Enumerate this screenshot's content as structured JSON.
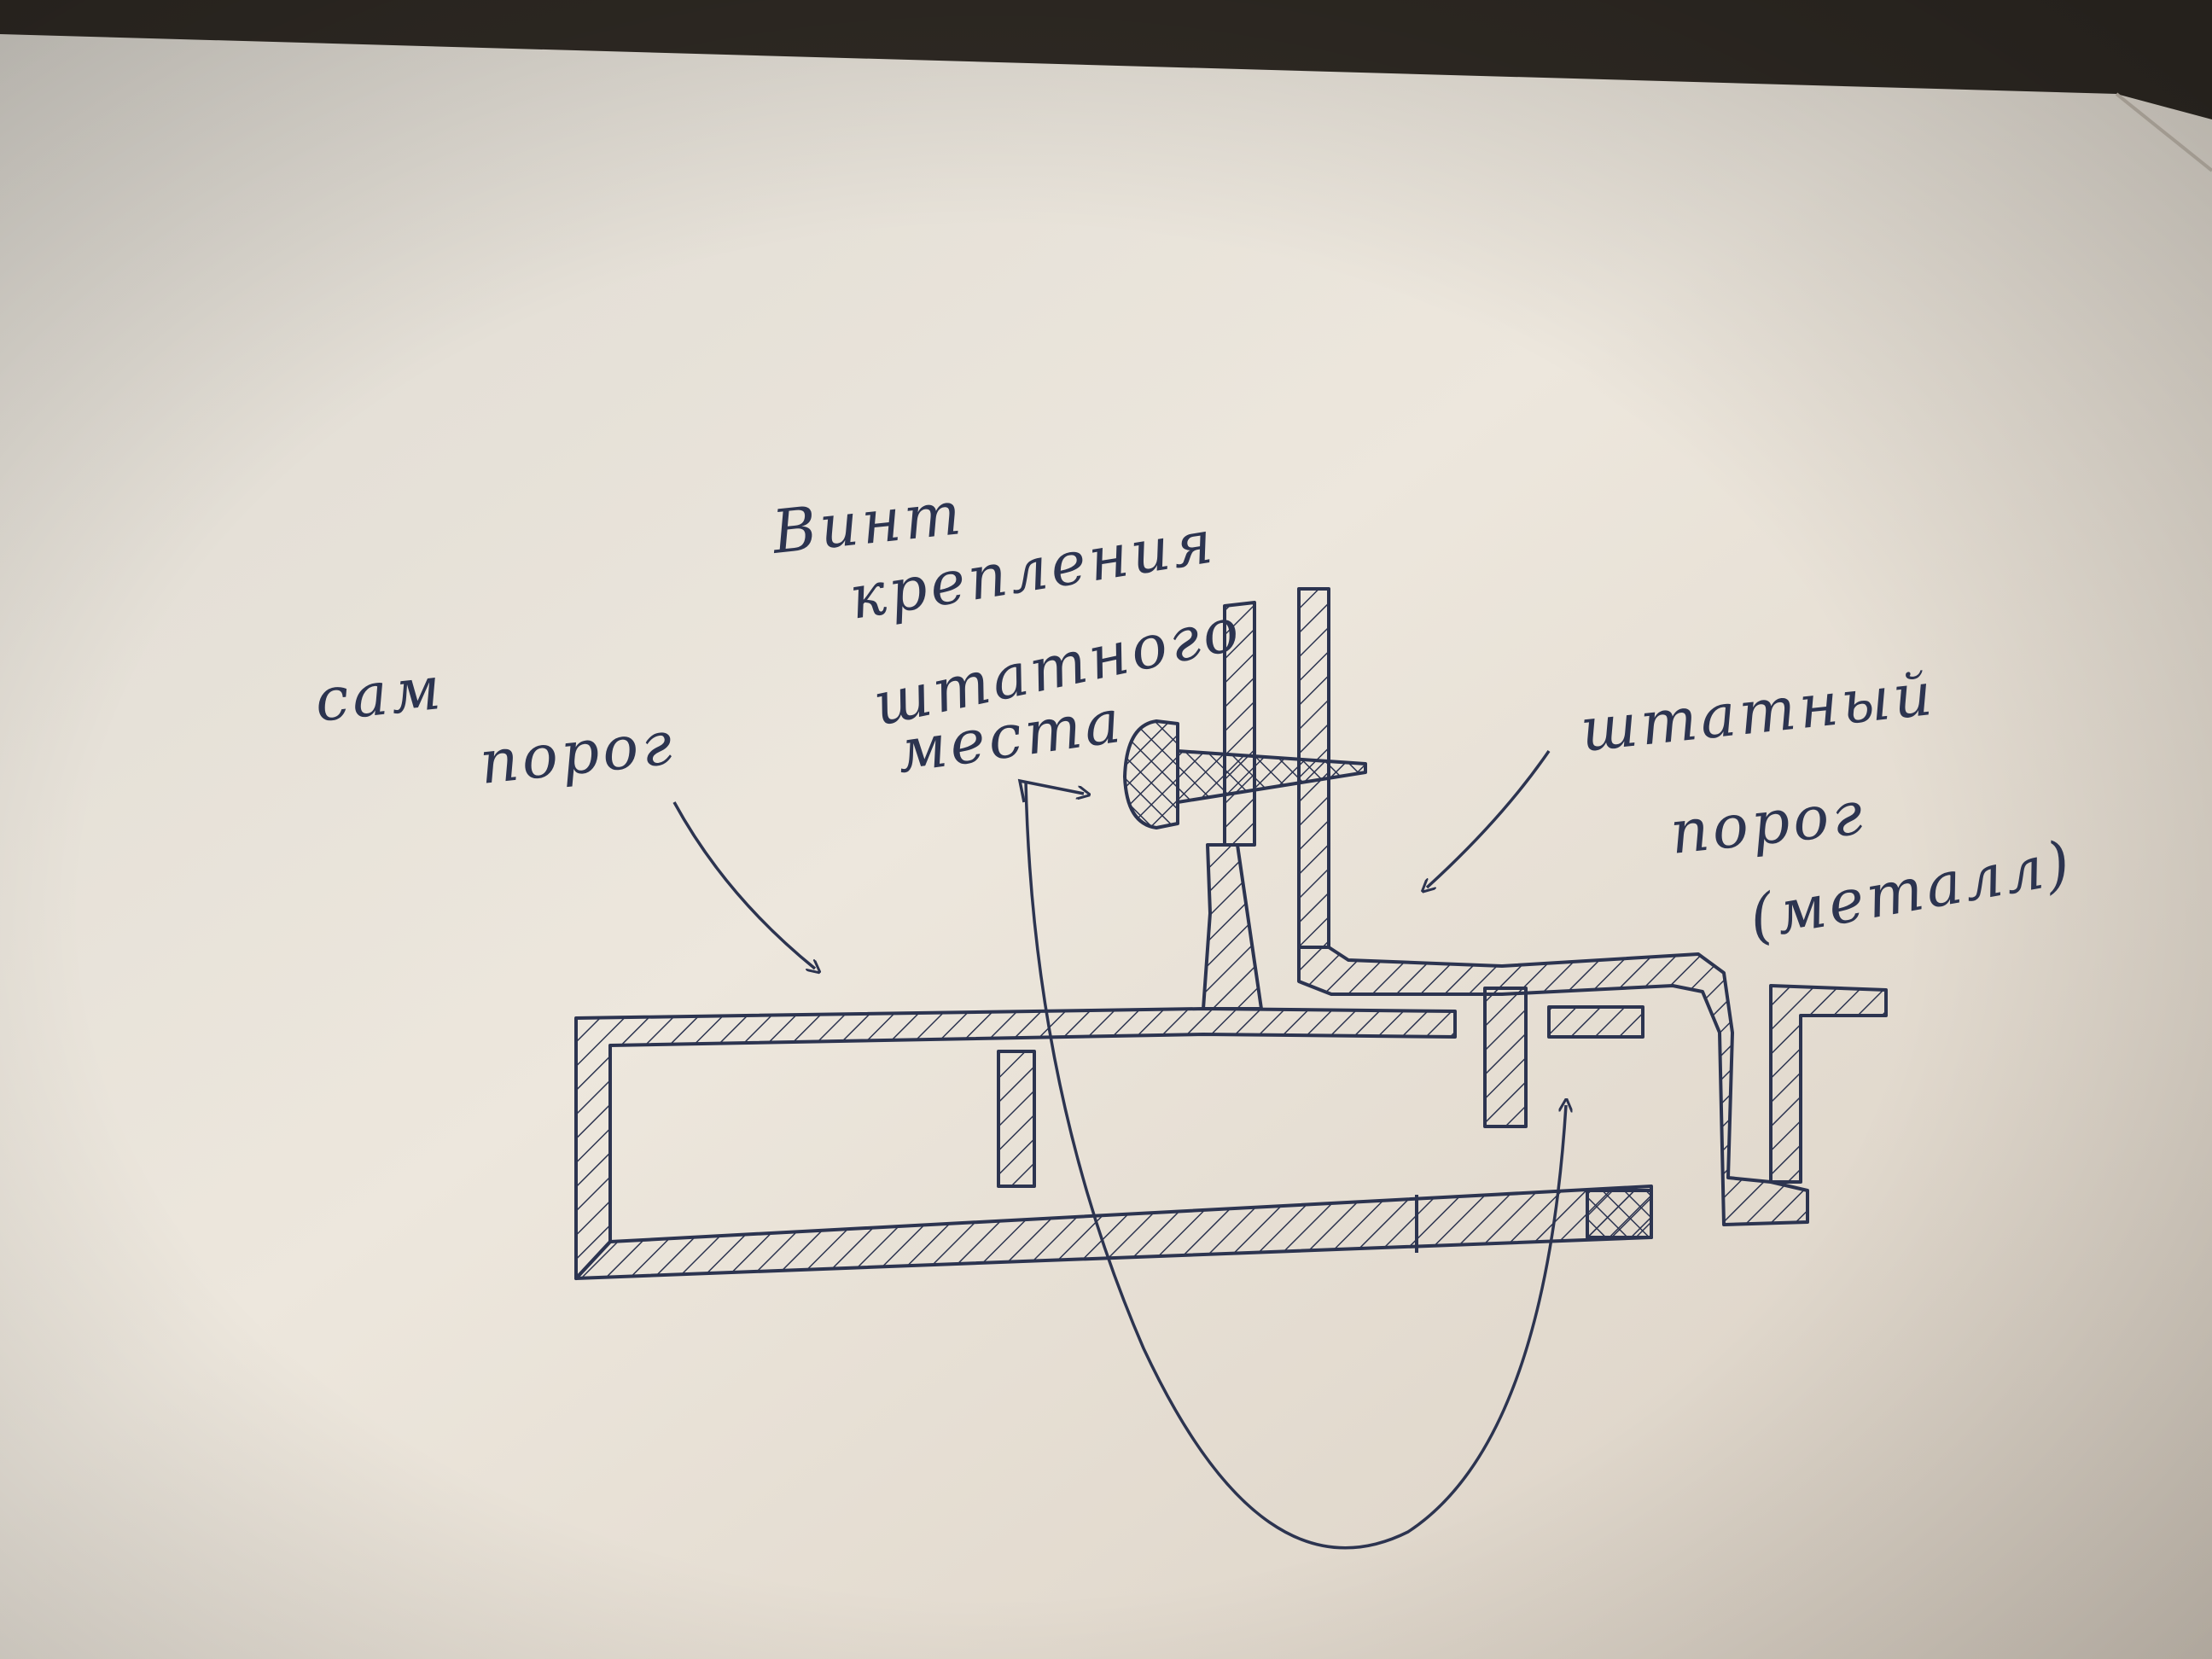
{
  "labels": {
    "sam_porog_line1": "сам",
    "sam_porog_line2": "порог",
    "vint_line1": "Винт",
    "vint_line2": "крепления",
    "vint_line3": "штатного",
    "vint_line4": "места",
    "shtatny_line1": "штатный",
    "shtatny_line2": "порог",
    "shtatny_line3": "(металл)"
  },
  "colors": {
    "paper": "#ece6dc",
    "ink": "#2c3450",
    "background": "#2f2a24"
  }
}
